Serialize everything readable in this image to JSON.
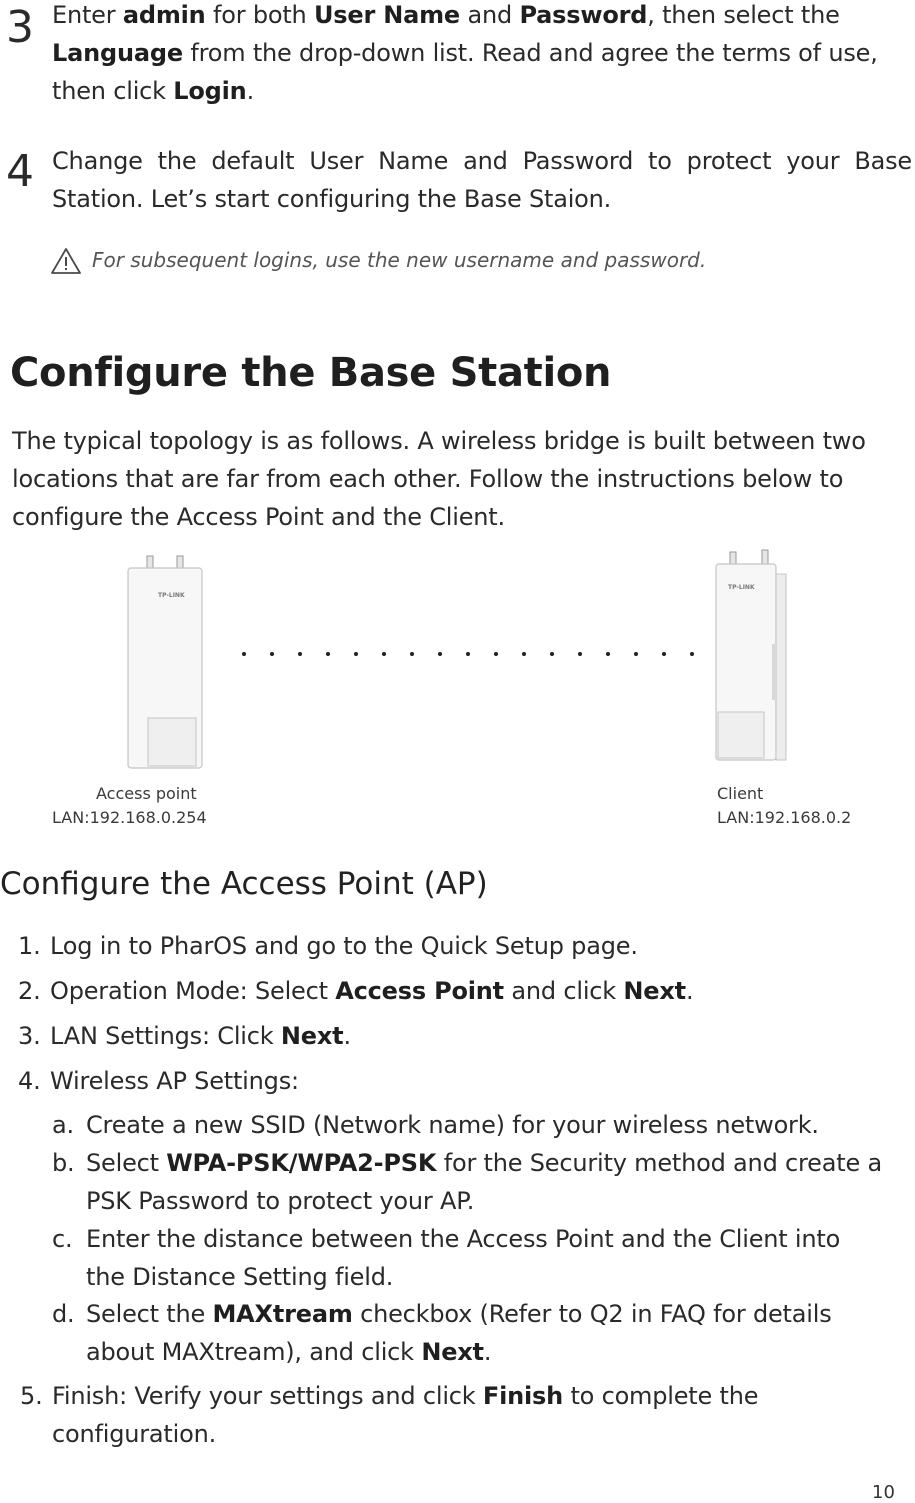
{
  "step3": {
    "number": "3",
    "t1": "Enter ",
    "b1": "admin",
    "t2": " for both ",
    "b2": "User Name",
    "t3": " and ",
    "b3": "Password",
    "t4": ", then select the",
    "b4": "Language",
    "t5": " from the drop-down list. Read and agree the terms of use,",
    "t6": "then click ",
    "b5": "Login",
    "t7": "."
  },
  "step4": {
    "number": "4",
    "line1": "Change the default User Name and Password to protect your Base",
    "line2": "Station. Let’s start configuring the Base Staion."
  },
  "note": "For subsequent logins, use the new username and password.",
  "section_title": "Configure the Base Station",
  "intro": {
    "line1": "The typical topology is as follows. A wireless bridge is built between two",
    "line2": "locations that are far from each other. Follow the instructions below to",
    "line3": "configure the Access Point and the Client."
  },
  "topology": {
    "ap_brand": "TP-LINK",
    "client_brand": "TP-LINK",
    "ap_label": "Access point",
    "ap_lan": "LAN:192.168.0.254",
    "client_label": "Client",
    "client_lan": "LAN:192.168.0.2"
  },
  "subsection_title": "Configure the Access Point (AP)",
  "items": {
    "i1": {
      "n": "1.",
      "text": "Log in to PharOS and go to the Quick Setup page."
    },
    "i2": {
      "n": "2.",
      "t1": "Operation Mode:  Select ",
      "b1": "Access Point",
      "t2": " and click ",
      "b2": "Next",
      "t3": "."
    },
    "i3": {
      "n": "3.",
      "t1": "LAN Settings:  Click ",
      "b1": "Next",
      "t2": "."
    },
    "i4": {
      "n": "4.",
      "text": "Wireless AP Settings:"
    },
    "a": {
      "n": "a.",
      "text": "Create a new SSID (Network name) for your wireless network."
    },
    "b": {
      "n": "b.",
      "t1": "Select ",
      "b1": "WPA-PSK/WPA2-PSK",
      "t2": " for the Security method and create a",
      "line2": "PSK Password to protect your AP."
    },
    "c": {
      "n": "c.",
      "line1": "Enter the distance between the Access Point and the Client into",
      "line2": "the Distance Setting field."
    },
    "d": {
      "n": "d.",
      "t1": "Select the ",
      "b1": "MAXtream",
      "t2": " checkbox (Refer to Q2 in FAQ for details",
      "t3": "about MAXtream), and click ",
      "b2": "Next",
      "t4": "."
    },
    "i5": {
      "n": "5.",
      "t1": "Finish:  Verify your settings and click  ",
      "b1": "Finish",
      "t2": " to complete the",
      "line2": "configuration."
    }
  },
  "page_number": "10"
}
